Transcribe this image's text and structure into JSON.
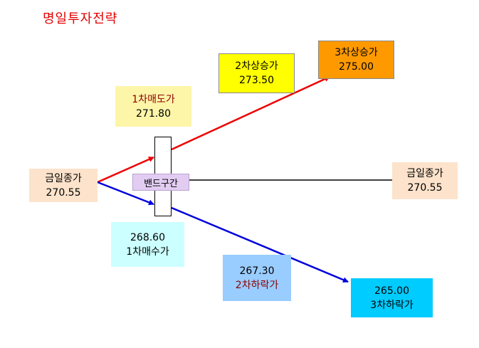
{
  "title": "명일투자전략",
  "close": {
    "label": "금일종가",
    "value": "270.55"
  },
  "close_right": {
    "label": "금일종가",
    "value": "270.55"
  },
  "band": {
    "label": "밴드구간"
  },
  "sell1": {
    "label": "1차매도가",
    "value": "271.80"
  },
  "rise2": {
    "label": "2차상승가",
    "value": "273.50"
  },
  "rise3": {
    "label": "3차상승가",
    "value": "275.00"
  },
  "buy1": {
    "label": "1차매수가",
    "value": "268.60"
  },
  "fall2": {
    "label": "2차하락가",
    "value": "267.30"
  },
  "fall3": {
    "label": "3차하락가",
    "value": "265.00"
  },
  "colors": {
    "title": "#e00000",
    "up_line": "#ee0000",
    "down_line": "#0000dd",
    "close_fill": "#fde3cb",
    "sell1_fill": "#fdf5a8",
    "rise2_fill": "#ffff00",
    "rise3_fill": "#ff9900",
    "buy1_fill": "#ccffff",
    "fall2_fill": "#99ccff",
    "fall3_fill": "#00ccff",
    "band_fill": "#e2ccf2"
  }
}
